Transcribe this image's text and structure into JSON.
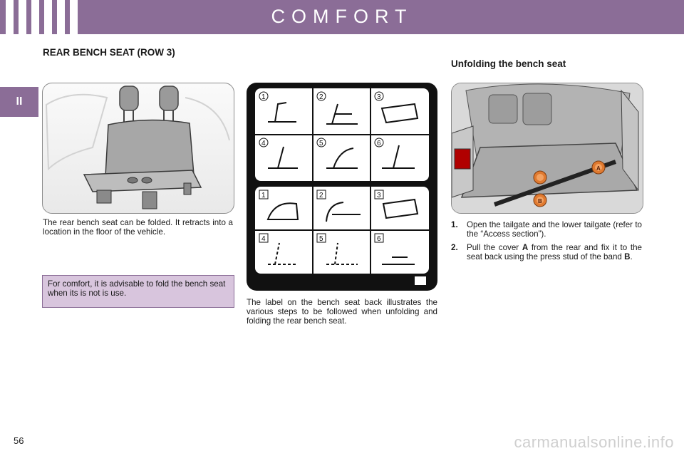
{
  "header": {
    "title": "COMFORT"
  },
  "chapter_tab": "II",
  "section_title": "REAR BENCH SEAT (ROW 3)",
  "seat_description": "The rear bench seat can be folded. It retracts into a location in the floor of the vehicle.",
  "comfort_note": "For comfort, it is advisable to fold the bench seat when its is not is use.",
  "label_description": "The label on the bench seat back illustrates the various steps to be followed when unfolding and folding the rear bench seat.",
  "unfolding": {
    "title": "Unfolding the bench seat",
    "steps": [
      {
        "num": "1.",
        "text": "Open the tailgate and the lower tailgate (refer to the “Access section”)."
      },
      {
        "num": "2.",
        "text_before_a": "Pull the cover ",
        "a": "A",
        "text_mid": " from the rear and fix it to the seat back using the press stud of the band ",
        "b": "B",
        "text_end": "."
      }
    ]
  },
  "label_steps": {
    "top": [
      "1",
      "2",
      "3",
      "4",
      "5",
      "6"
    ],
    "bottom": [
      "1",
      "2",
      "3",
      "4",
      "5",
      "6"
    ]
  },
  "callouts": {
    "cover": "A",
    "band": "B"
  },
  "page_number": "56",
  "watermark": "carmanualsonline.info",
  "colors": {
    "accent": "#8b6d97",
    "note_bg": "#d8c5dd",
    "label_bg": "#111111"
  }
}
